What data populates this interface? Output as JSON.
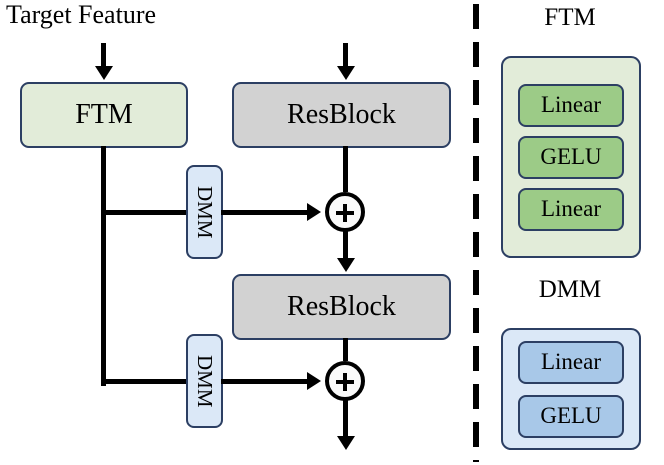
{
  "diagram": {
    "title": "Target Feature",
    "nodes": {
      "ftm": "FTM",
      "resblock_1": "ResBlock",
      "resblock_2": "ResBlock",
      "dmm_1": "DMM",
      "dmm_2": "DMM"
    },
    "operators": {
      "add_1": "+",
      "add_2": "+"
    },
    "icons": {
      "input_arrow_ftm": "arrow-down-icon",
      "input_arrow_resblock": "arrow-down-icon",
      "output_arrow": "arrow-down-icon",
      "skip_arrow_1": "arrow-right-icon",
      "skip_arrow_2": "arrow-right-icon",
      "divider": "dashed-divider-icon"
    }
  },
  "legend": {
    "ftm": {
      "title": "FTM",
      "layers": [
        "Linear",
        "GELU",
        "Linear"
      ]
    },
    "dmm": {
      "title": "DMM",
      "layers": [
        "Linear",
        "GELU"
      ]
    }
  },
  "colors": {
    "ftm_fill": "#e2ecd9",
    "ftm_layer_fill": "#9ccb87",
    "dmm_fill": "#dbe8f7",
    "dmm_layer_fill": "#a8c8e8",
    "resblock_fill": "#d2d2d2",
    "border": "#2c3f63",
    "wire": "#000000"
  }
}
